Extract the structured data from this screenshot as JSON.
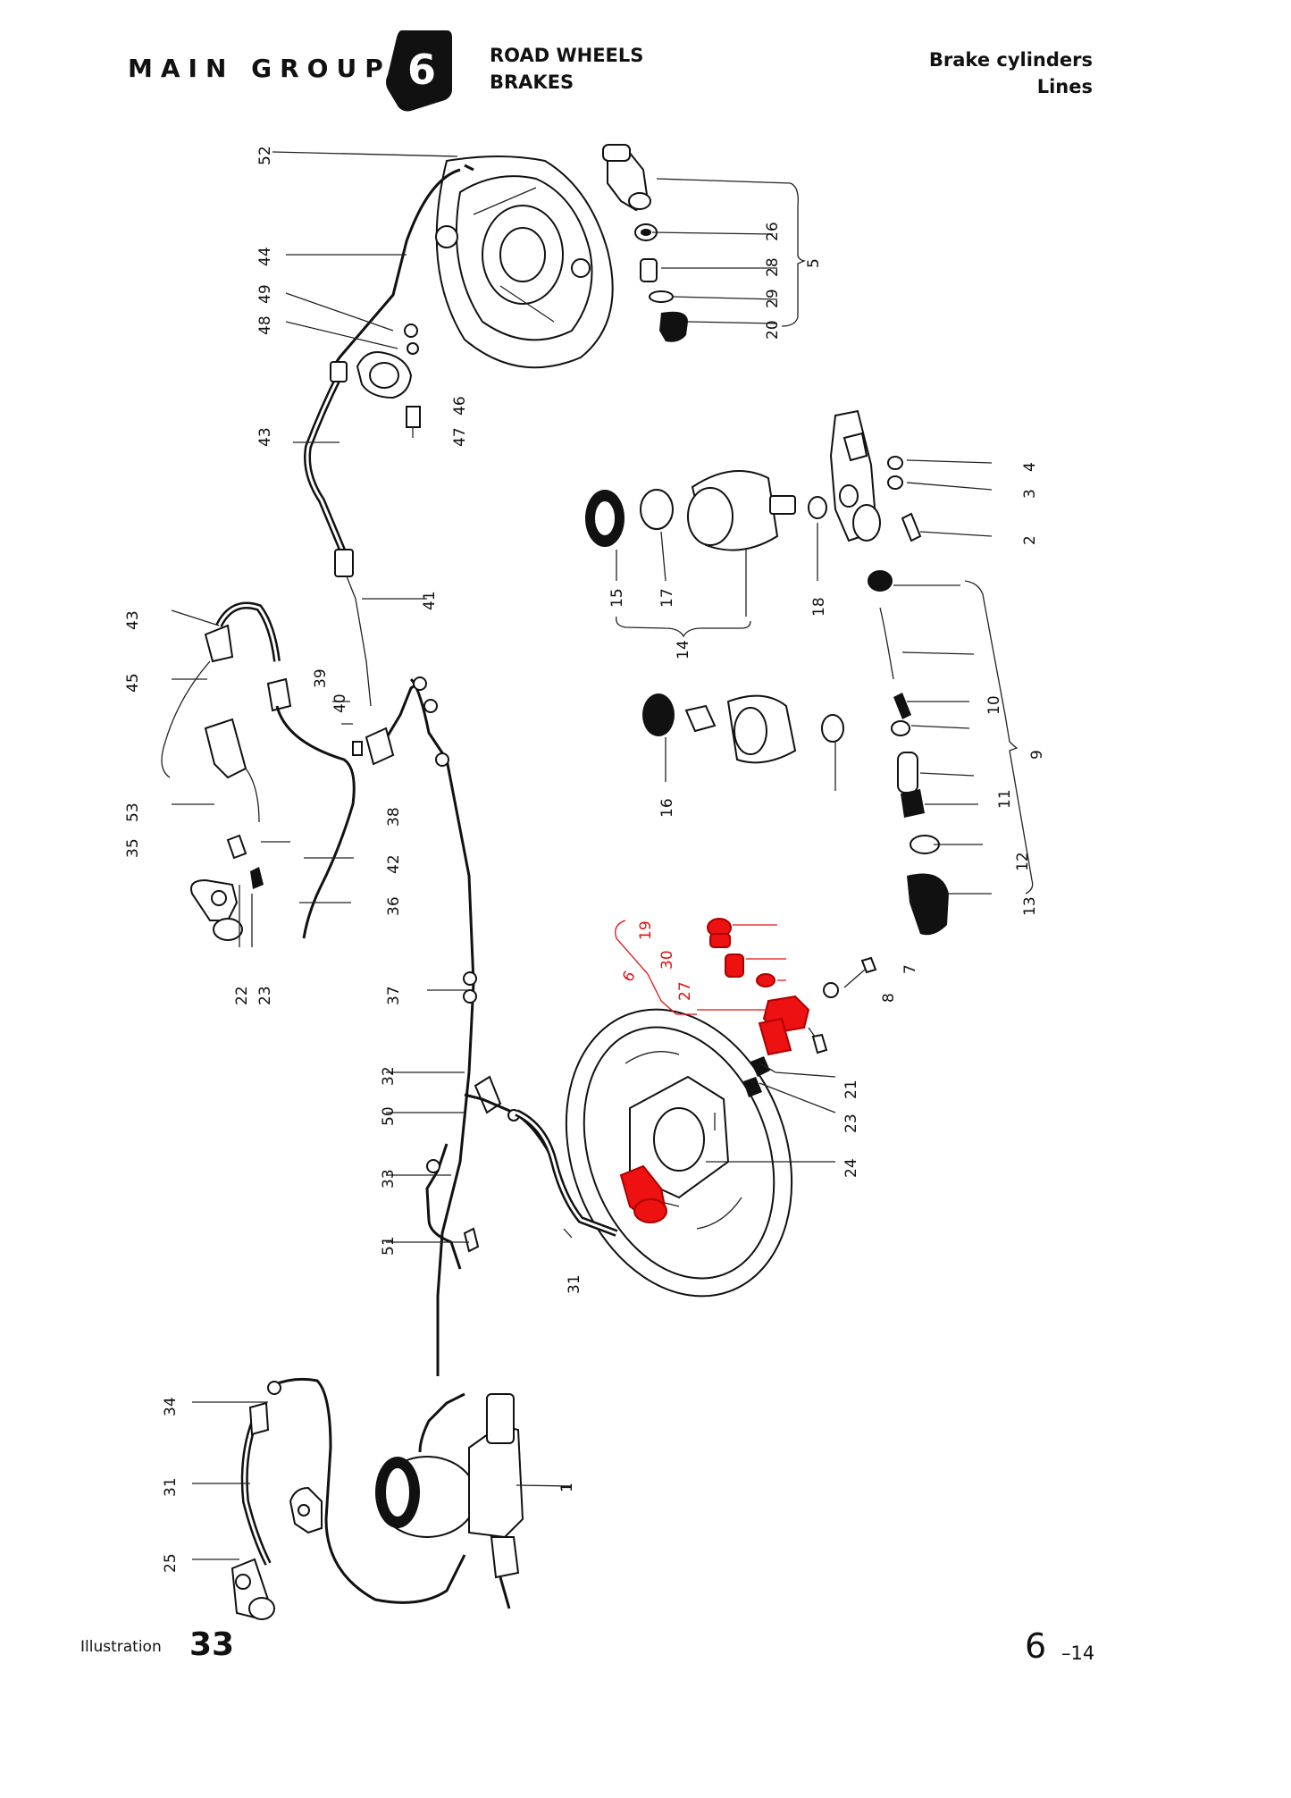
{
  "header": {
    "main_group": "MAIN GROUP",
    "group_number": "6",
    "group_line1": "ROAD WHEELS",
    "group_line2": "BRAKES",
    "title_line1": "Brake cylinders",
    "title_line2": "Lines"
  },
  "footer": {
    "illustration_label": "Illustration",
    "illustration_number": "33",
    "page_main": "6",
    "page_sub": "–14"
  },
  "colors": {
    "ink": "#111111",
    "highlight": "#e01010"
  },
  "callouts": [
    "52",
    "44",
    "49",
    "48",
    "46",
    "47",
    "43",
    "41",
    "26",
    "28",
    "29",
    "20",
    "5",
    "4",
    "3",
    "2",
    "15",
    "17",
    "14",
    "18",
    "10",
    "9",
    "11",
    "12",
    "13",
    "16",
    "43",
    "45",
    "39",
    "40",
    "53",
    "38",
    "35",
    "42",
    "36",
    "22",
    "23",
    "37",
    "19",
    "30",
    "27",
    "6",
    "7",
    "8",
    "21",
    "23",
    "24",
    "32",
    "50",
    "33",
    "51",
    "31",
    "34",
    "31",
    "25",
    "1"
  ],
  "highlighted_callouts": [
    "19",
    "30",
    "27",
    "6"
  ]
}
